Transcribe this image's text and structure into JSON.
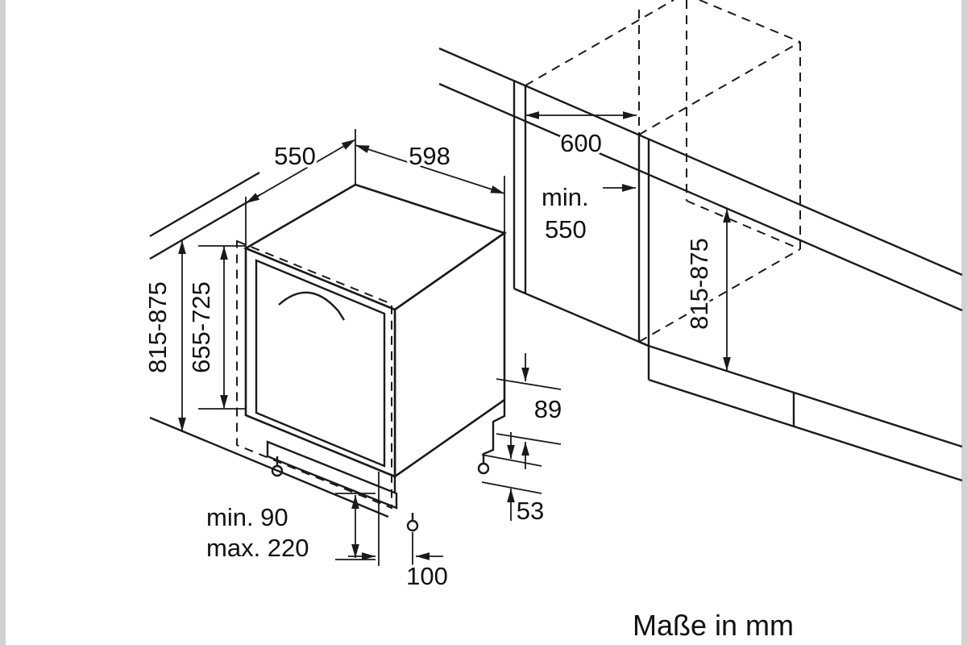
{
  "appliance": {
    "depth_top": "550",
    "width_top": "598",
    "overall_height_range": "815-875",
    "door_panel_height_range": "655-725",
    "plinth_step_height": "89",
    "rear_foot_offset": "53",
    "front_foot_setback": "100",
    "plinth_height_min": "min. 90",
    "plinth_height_max": "max. 220"
  },
  "niche": {
    "width": "600",
    "depth_min_label": "min.",
    "depth_min_value": "550",
    "height_range": "815-875"
  },
  "footer": {
    "note": "Maße in mm"
  }
}
